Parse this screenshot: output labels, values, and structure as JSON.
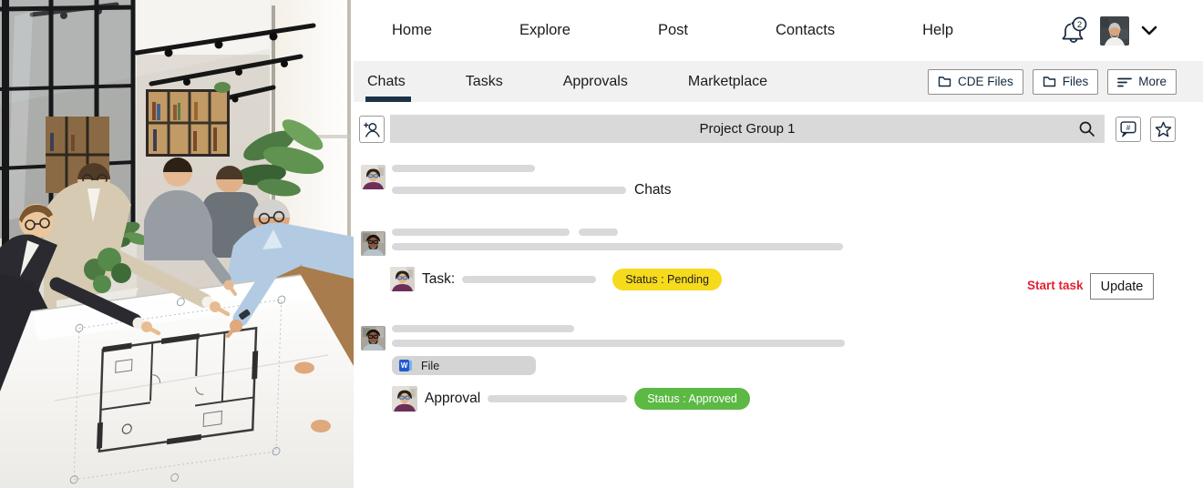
{
  "nav": {
    "items": [
      {
        "label": "Home"
      },
      {
        "label": "Explore"
      },
      {
        "label": "Post"
      },
      {
        "label": "Contacts"
      },
      {
        "label": "Help"
      }
    ],
    "notifications_count": "2"
  },
  "tabs": {
    "items": [
      {
        "label": "Chats",
        "active": true
      },
      {
        "label": "Tasks",
        "active": false
      },
      {
        "label": "Approvals",
        "active": false
      },
      {
        "label": "Marketplace",
        "active": false
      }
    ]
  },
  "toolbar": {
    "buttons": [
      {
        "label": "CDE Files",
        "icon": "folder-icon"
      },
      {
        "label": "Files",
        "icon": "folder-icon"
      },
      {
        "label": "More",
        "icon": "more-lines-icon"
      }
    ]
  },
  "group_bar": {
    "title": "Project Group 1"
  },
  "feed": {
    "chats_label": "Chats",
    "task": {
      "label": "Task:",
      "status": "Status : Pending",
      "start_action": "Start task",
      "update_action": "Update"
    },
    "file": {
      "label": "File"
    },
    "approval": {
      "label": "Approval",
      "status": "Status : Approved"
    }
  },
  "icons": {
    "hash": "#",
    "word_letter": "W"
  },
  "colors": {
    "navy": "#16293d",
    "tab_underline": "#1c3247",
    "pending_bg": "#f6da1c",
    "approved_bg": "#5bb944",
    "danger_red": "#e32130",
    "placeholder_gray": "#d9d9d9",
    "group_bar_gray": "#d9d9d9"
  }
}
